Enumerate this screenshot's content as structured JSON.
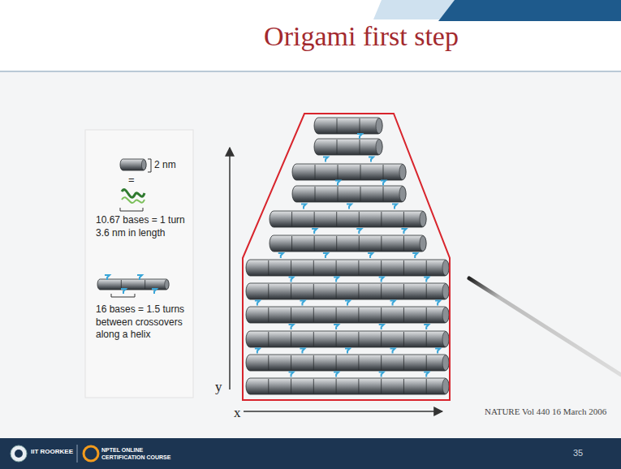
{
  "diagram": {
    "title": "Origami first step",
    "labels": [
      "2 nm",
      "=",
      "10.67 bases = 1 turn 3.6 nm in length",
      "16 bases = 1.5 turns between crossovers along a helix",
      "y",
      "x",
      "NATURE Vol 440 16 March 2006",
      "IIT ROORKEE",
      "NPTEL ONLINE CERTIFICATION COURSE",
      "35"
    ]
  }
}
